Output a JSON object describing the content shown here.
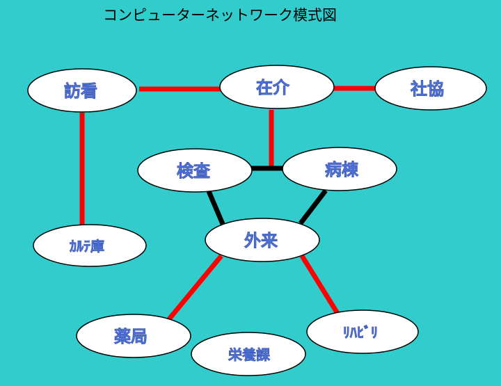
{
  "title": "コンピューターネットワーク模式図",
  "colors": {
    "background": "#33cccc",
    "node_fill": "#ffffff",
    "node_stroke": "#000000",
    "label": "#4c6fd6",
    "link_red": "#ff0000",
    "link_black": "#000000"
  },
  "nodes": {
    "houkan": "訪看",
    "zaikai": "在介",
    "shakyo": "社協",
    "kensa": "検査",
    "byoto": "病棟",
    "karte": "ｶﾙﾃ庫",
    "gairai": "外来",
    "yakkyoku": "薬局",
    "eiyouka": "栄養課",
    "rihabiri": "ﾘﾊﾋﾞﾘ"
  },
  "links": [
    {
      "from": "houkan",
      "to": "zaikai",
      "color": "red"
    },
    {
      "from": "zaikai",
      "to": "shakyo",
      "color": "red"
    },
    {
      "from": "houkan",
      "to": "karte",
      "color": "red"
    },
    {
      "from": "zaikai",
      "to": "kensa-byoto-link",
      "color": "red"
    },
    {
      "from": "kensa",
      "to": "byoto",
      "color": "black"
    },
    {
      "from": "kensa",
      "to": "gairai",
      "color": "black"
    },
    {
      "from": "byoto",
      "to": "gairai",
      "color": "black"
    },
    {
      "from": "gairai",
      "to": "yakkyoku",
      "color": "red"
    },
    {
      "from": "gairai",
      "to": "rihabiri",
      "color": "red"
    }
  ]
}
